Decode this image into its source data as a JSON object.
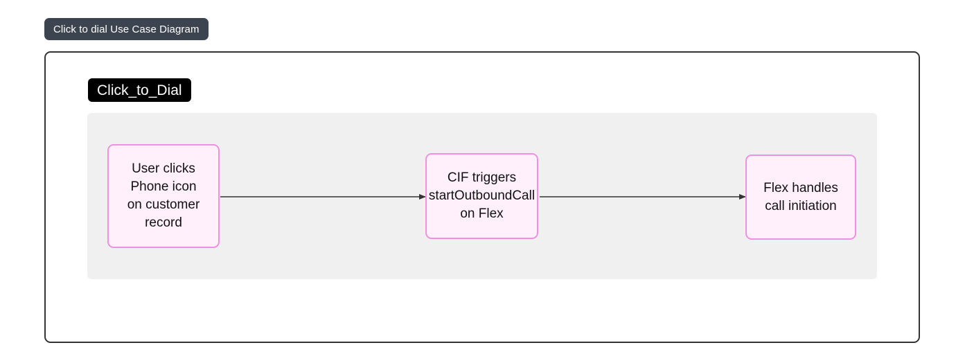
{
  "page": {
    "title_badge": "Click to dial Use Case Diagram",
    "background_color": "#ffffff"
  },
  "diagram": {
    "frame": {
      "border_color": "#333333",
      "background_color": "#ffffff"
    },
    "subgraph": {
      "label": "Click_to_Dial",
      "label_background": "#000000",
      "label_color": "#ffffff",
      "body_background": "#f0f0f0"
    },
    "node_style": {
      "fill": "#fff0fc",
      "stroke": "#ef90e0",
      "text_color": "#111111"
    },
    "edge_style": {
      "stroke": "#333333",
      "arrowhead": "filled-triangle"
    },
    "nodes": [
      {
        "id": "user-clicks-phone-icon",
        "text": "User clicks\nPhone icon\non customer\nrecord"
      },
      {
        "id": "cif-triggers-startoutboundcall",
        "text": "CIF triggers\nstartOutboundCall\non Flex"
      },
      {
        "id": "flex-handles-call-initiation",
        "text": "Flex handles\ncall initiation"
      }
    ],
    "edges": [
      {
        "id": "edge-1",
        "from": "user-clicks-phone-icon",
        "to": "cif-triggers-startoutboundcall",
        "label": ""
      },
      {
        "id": "edge-2",
        "from": "cif-triggers-startoutboundcall",
        "to": "flex-handles-call-initiation",
        "label": ""
      }
    ]
  }
}
